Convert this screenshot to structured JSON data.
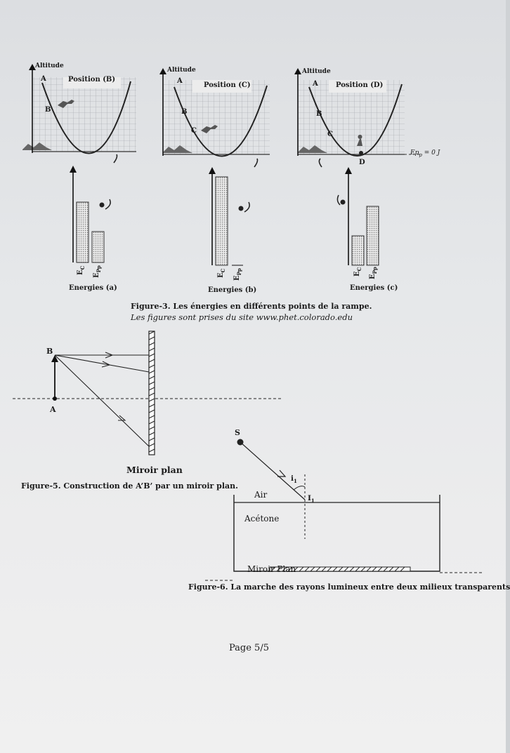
{
  "fig3": {
    "panels": [
      {
        "altitude": "Altitude",
        "position": "Position (B)",
        "points": [
          "A",
          "B"
        ],
        "energies_label": "Energies (a)",
        "ec": "E",
        "ec_sub": "C",
        "epp": "E",
        "epp_sub": "Pp"
      },
      {
        "altitude": "Altitude",
        "position": "Position (C)",
        "points": [
          "A",
          "B",
          "C"
        ],
        "energies_label": "Energies (b)",
        "ec": "E",
        "ec_sub": "C",
        "epp": "E",
        "epp_sub": "Pp"
      },
      {
        "altitude": "Altitude",
        "position": "Position (D)",
        "points": [
          "A",
          "B",
          "C",
          "D"
        ],
        "energies_label": "Energies (c)",
        "ec": "E",
        "ec_sub": "C",
        "epp": "E",
        "epp_sub": "Pp"
      }
    ],
    "ref_label": "Ep",
    "ref_sub": "p",
    "ref_value": " = 0 J",
    "caption": "Figure-3. Les énergies en différents points de la rampe.",
    "source": "Les figures sont prises du site www.phet.colorado.edu"
  },
  "fig5": {
    "point_b": "B",
    "point_a": "A",
    "mirror_label": "Miroir plan",
    "caption": "Figure-5. Construction de A’B’ par un miroir plan."
  },
  "fig6": {
    "source_label": "S",
    "angle_label": "i",
    "angle_sub": "1",
    "point_label": "I",
    "point_sub": "1",
    "air_label": "Air",
    "liquid_label": "Acétone",
    "mirror_label": "Miroir Plan",
    "caption": "Figure-6. La marche des rayons lumineux entre deux milieux transparents"
  },
  "footer": {
    "page": "Page 5/5"
  }
}
